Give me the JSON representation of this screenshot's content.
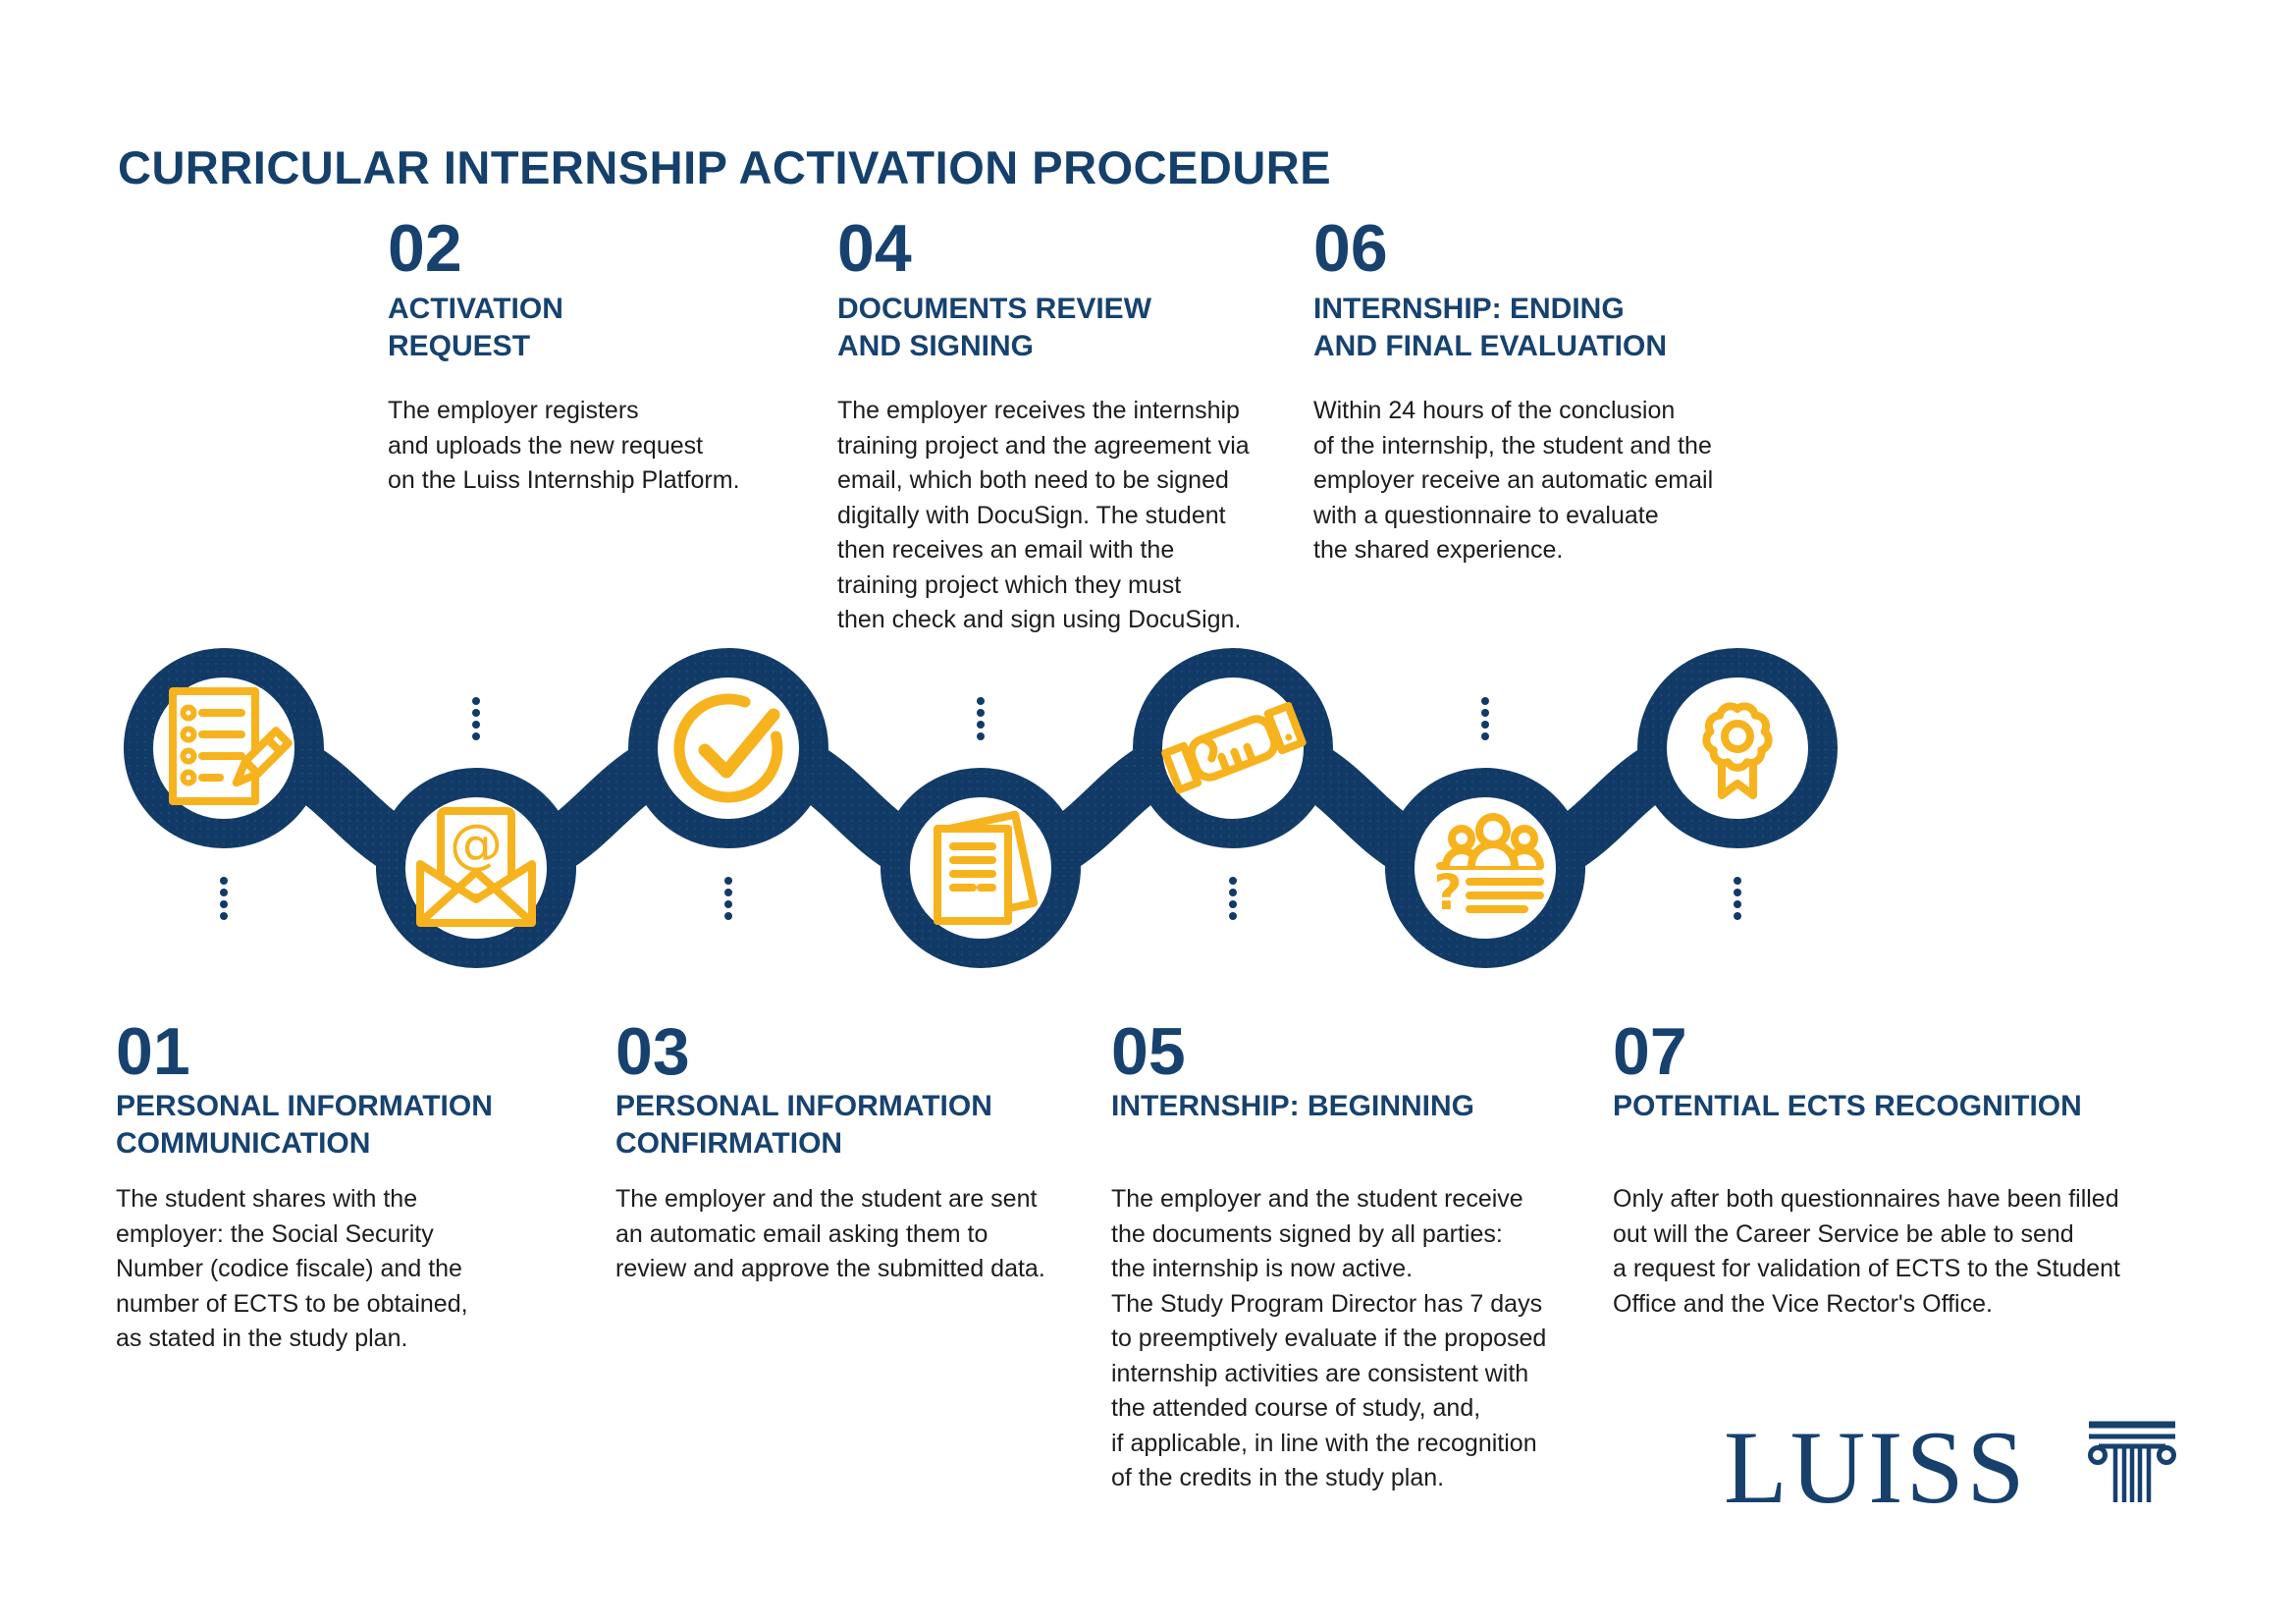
{
  "title": "CURRICULAR INTERNSHIP ACTIVATION PROCEDURE",
  "colors": {
    "navy": "#123A66",
    "accent_yellow": "#F7B31E",
    "body_text": "#1D1D1B"
  },
  "steps": [
    {
      "number": "01",
      "title": "PERSONAL INFORMATION\nCOMMUNICATION",
      "description": "The student shares with the\nemployer: the Social Security\nNumber (codice fiscale) and the\nnumber of ECTS to be obtained,\nas stated in the study plan.",
      "icon": "checklist-pencil-icon",
      "text_position": "below-timeline"
    },
    {
      "number": "02",
      "title": "ACTIVATION\nREQUEST",
      "description": "The employer registers\nand uploads the new request\non the Luiss Internship Platform.",
      "icon": "email-envelope-icon",
      "text_position": "above-timeline"
    },
    {
      "number": "03",
      "title": "PERSONAL INFORMATION\nCONFIRMATION",
      "description": "The employer and the student are sent\nan automatic email asking them to\nreview and approve the submitted data.",
      "icon": "check-circle-icon",
      "text_position": "below-timeline"
    },
    {
      "number": "04",
      "title": "DOCUMENTS REVIEW\nAND SIGNING",
      "description": "The employer receives the internship\ntraining project and the agreement via\nemail, which both need to be signed\ndigitally with DocuSign. The student\nthen receives an email with the\ntraining project which they must\nthen check and sign using DocuSign.",
      "icon": "documents-icon",
      "text_position": "above-timeline"
    },
    {
      "number": "05",
      "title": "INTERNSHIP: BEGINNING",
      "description": "The employer and the student receive\nthe documents signed by all parties:\nthe internship is now active.\nThe Study Program Director has 7 days\nto preemptively evaluate if the proposed\ninternship activities are consistent with\nthe attended course of study, and,\nif applicable, in line with the recognition\nof the credits in the study plan.",
      "icon": "handshake-icon",
      "text_position": "below-timeline"
    },
    {
      "number": "06",
      "title": "INTERNSHIP: ENDING\nAND FINAL EVALUATION",
      "description": "Within 24 hours of the conclusion\nof the internship, the student and the\nemployer receive an automatic email\nwith a questionnaire to evaluate\nthe shared experience.",
      "icon": "people-questionnaire-icon",
      "text_position": "above-timeline"
    },
    {
      "number": "07",
      "title": "POTENTIAL ECTS RECOGNITION",
      "description": "Only after both questionnaires have been filled\nout will the Career Service be able to send\na request for validation of ECTS to the Student\nOffice and the Vice Rector's Office.",
      "icon": "award-ribbon-icon",
      "text_position": "below-timeline"
    }
  ],
  "glyphs": {
    "at_symbol": "@",
    "question_mark": "?"
  },
  "logo": {
    "wordmark": "LUISS",
    "emblem": "ionic-column-icon"
  }
}
